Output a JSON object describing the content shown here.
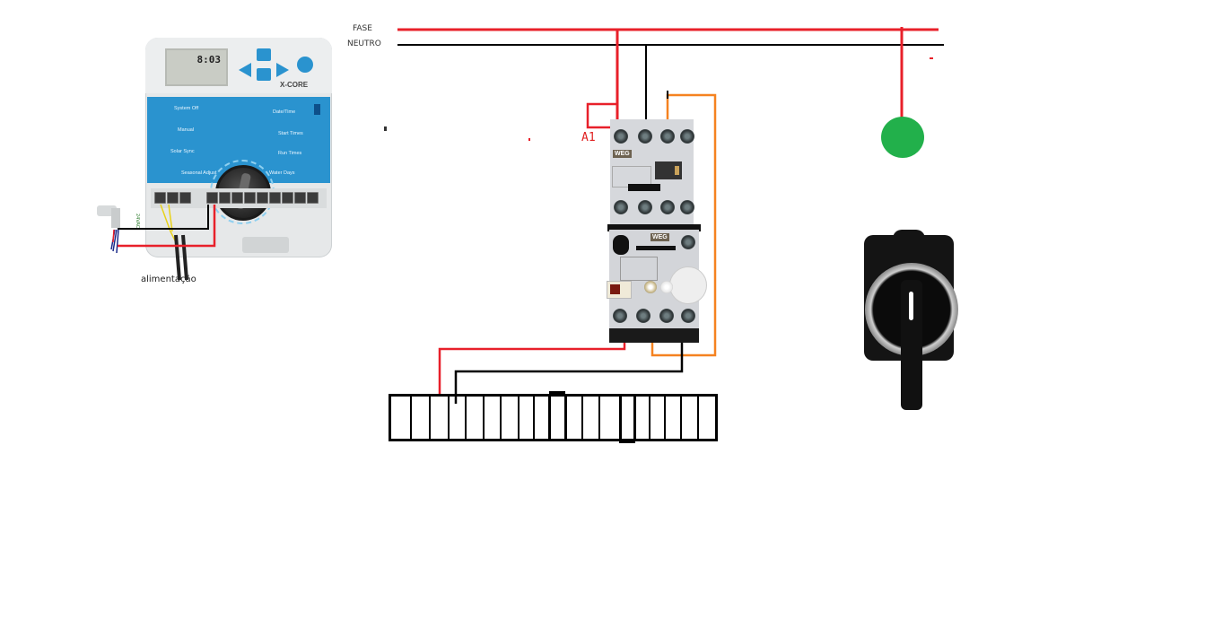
{
  "diagram": {
    "title": "Ligação controlador de rega / contator",
    "wires": {
      "fase_label": "FASE",
      "neutro_label": "NEUTRO",
      "a1_label": "A1"
    },
    "controller": {
      "brand": "X-CORE",
      "lcd_time": "8:03",
      "dial_labels_left": [
        "System Off",
        "Manual",
        "Solar Sync",
        "Seasonal Adjust"
      ],
      "dial_labels_right": [
        "Date/Time",
        "Start Times",
        "Run Times",
        "Water Days"
      ],
      "power_label": "alimentação",
      "sensor_label": "24VAC"
    },
    "contactor": {
      "brand": "WEG"
    },
    "relay": {
      "brand": "WEG"
    },
    "terminal_block": {
      "cell_count": 18
    },
    "colors": {
      "fase": "#e8202a",
      "neutro": "#000000",
      "control": "#f58220",
      "lamp": "#22b04b",
      "panel_blue": "#2a93cf"
    }
  }
}
